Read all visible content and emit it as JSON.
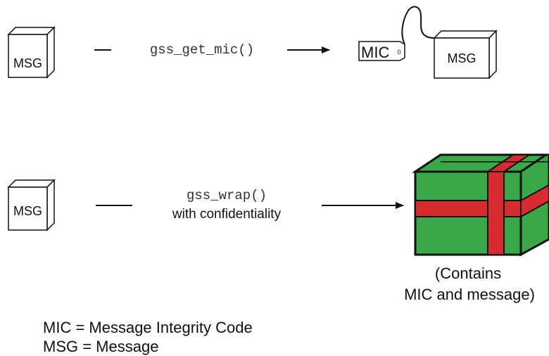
{
  "row_mic": {
    "input_label": "MSG",
    "function": "gss_get_mic()",
    "tag_label": "MIC",
    "tag_hole": "0",
    "output_label": "MSG"
  },
  "row_wrap": {
    "input_label": "MSG",
    "function": "gss_wrap()",
    "function_note": "with confidentiality",
    "caption_line1": "(Contains",
    "caption_line2": "MIC and message)"
  },
  "legend": {
    "mic": "MIC = Message Integrity Code",
    "msg": "MSG = Message"
  },
  "colors": {
    "box_outline": "#111111",
    "package_green": "#3aa849",
    "ribbon_red": "#d62b2f"
  }
}
